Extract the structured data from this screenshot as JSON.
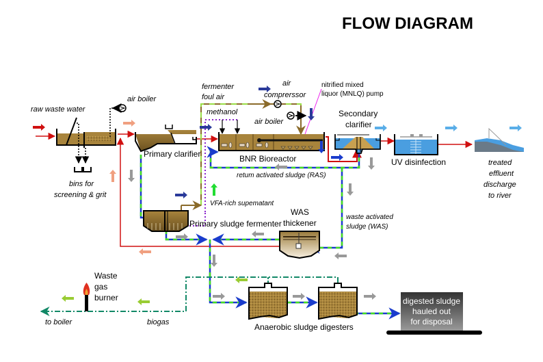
{
  "title": "FLOW DIAGRAM",
  "labels": {
    "raw_waste_water": "raw waste water",
    "air_boiler_1": "air boiler",
    "bins_line1": "bins for",
    "bins_line2": "screening & grit",
    "primary_clarifier": "Primary clarifier",
    "fermenter_line1": "fermenter",
    "fermenter_line2": "foul air",
    "methanol": "methanol",
    "air_compressor_line1": "air",
    "air_compressor_line2": "comprerssor",
    "air_boiler_2": "air boiler",
    "mnlq_line1": "nitrified mixed",
    "mnlq_line2": "liquor (MNLQ) pump",
    "secondary_line1": "Secondary",
    "secondary_line2": "clarifier",
    "bnr_bioreactor": "BNR Bioreactor",
    "uv_disinfection": "UV disinfection",
    "effluent_line1": "treated",
    "effluent_line2": "effluent",
    "effluent_line3": "discharge",
    "effluent_line4": "to river",
    "ras": "retum activated sludge (RAS)",
    "vfa": "VFA-rich supematant",
    "primary_fermenter": "Primary sludge fermenter",
    "was_thickener_line1": "WAS",
    "was_thickener_line2": "thickener",
    "was_line1": "waste activated",
    "was_line2": "sludge (WAS)",
    "burner_line1": "Waste",
    "burner_line2": "gas",
    "burner_line3": "burner",
    "to_boiler": "to boiler",
    "biogas": "biogas",
    "digesters": "Anaerobic sludge digesters",
    "disposal_line1": "digested sludge",
    "disposal_line2": "hauled out",
    "disposal_line3": "for disposal"
  },
  "colors": {
    "wastewater": "#d01010",
    "sludge_blue": "#1a3ccc",
    "sludge_green": "#44dd22",
    "gas_line": "#118866",
    "air_line": "#8a6a2a",
    "methanol_line": "#8822cc",
    "mnlq_pointer": "#ee22ee",
    "tank_fill": "#a8843c",
    "water_blue": "#4a9ee0",
    "arrow_salmon": "#f0a080",
    "arrow_gray": "#999999",
    "arrow_navy": "#2a3a9a",
    "arrow_lightblue": "#5aaee8",
    "arrow_lime": "#99cc33"
  }
}
